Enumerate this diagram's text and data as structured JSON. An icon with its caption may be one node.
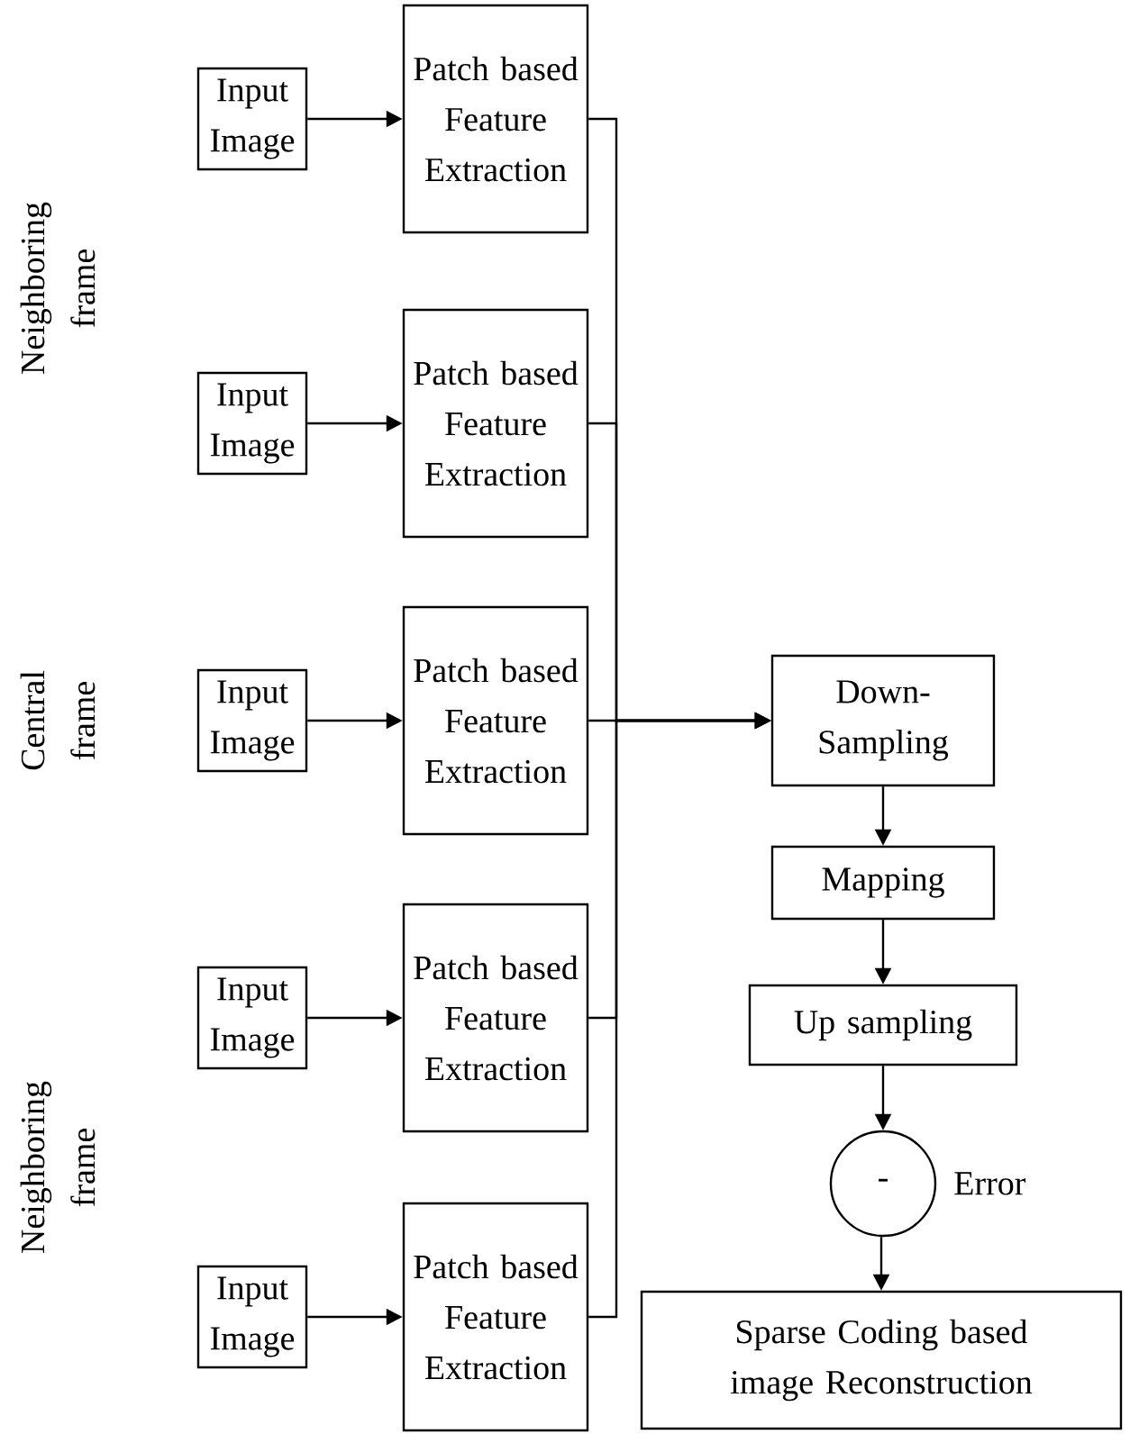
{
  "diagram": {
    "nodes": [
      {
        "text": [
          "Input Image"
        ]
      },
      {
        "text": [
          "Input Image"
        ]
      },
      {
        "text": [
          "Input Image"
        ]
      },
      {
        "text": [
          "Input Image"
        ]
      },
      {
        "text": [
          "Input Image"
        ]
      },
      {
        "text": [
          "Patch based Feature Extraction"
        ]
      },
      {
        "text": [
          "Patch based Feature Extraction"
        ]
      },
      {
        "text": [
          "Patch based Feature Extraction"
        ]
      },
      {
        "text": [
          "Patch based Feature Extraction"
        ]
      },
      {
        "text": [
          "Patch based Feature Extraction"
        ]
      },
      {
        "text": [
          "Down- Sampling"
        ]
      },
      {
        "text": [
          "Mapping"
        ]
      },
      {
        "text": [
          "Up sampling"
        ]
      },
      {
        "text": [
          "-"
        ],
        "beside": [
          "Error"
        ]
      },
      {
        "text": [
          "Sparse Coding based image Reconstruction"
        ]
      }
    ],
    "edges": [
      {
        "from": 0,
        "to": 5,
        "arrow": "to"
      },
      {
        "from": 1,
        "to": 6,
        "arrow": "to"
      },
      {
        "from": 2,
        "to": 7,
        "arrow": "to"
      },
      {
        "from": 3,
        "to": 8,
        "arrow": "to"
      },
      {
        "from": 4,
        "to": 9,
        "arrow": "to"
      },
      {
        "from": 5,
        "to": 10,
        "arrow": "to"
      },
      {
        "from": 6,
        "to": 10,
        "arrow": "to"
      },
      {
        "from": 7,
        "to": 10,
        "arrow": "to"
      },
      {
        "from": 8,
        "to": 10,
        "arrow": "to"
      },
      {
        "from": 9,
        "to": 10,
        "arrow": "to"
      },
      {
        "from": 10,
        "to": 11,
        "arrow": "to"
      },
      {
        "from": 11,
        "to": 12,
        "arrow": "to"
      },
      {
        "from": 12,
        "to": 13,
        "arrow": "to"
      },
      {
        "from": 13,
        "to": 14,
        "arrow": "to"
      }
    ],
    "labels": [
      "Neighboring frame",
      "Central frame",
      "Neighboring frame"
    ]
  }
}
